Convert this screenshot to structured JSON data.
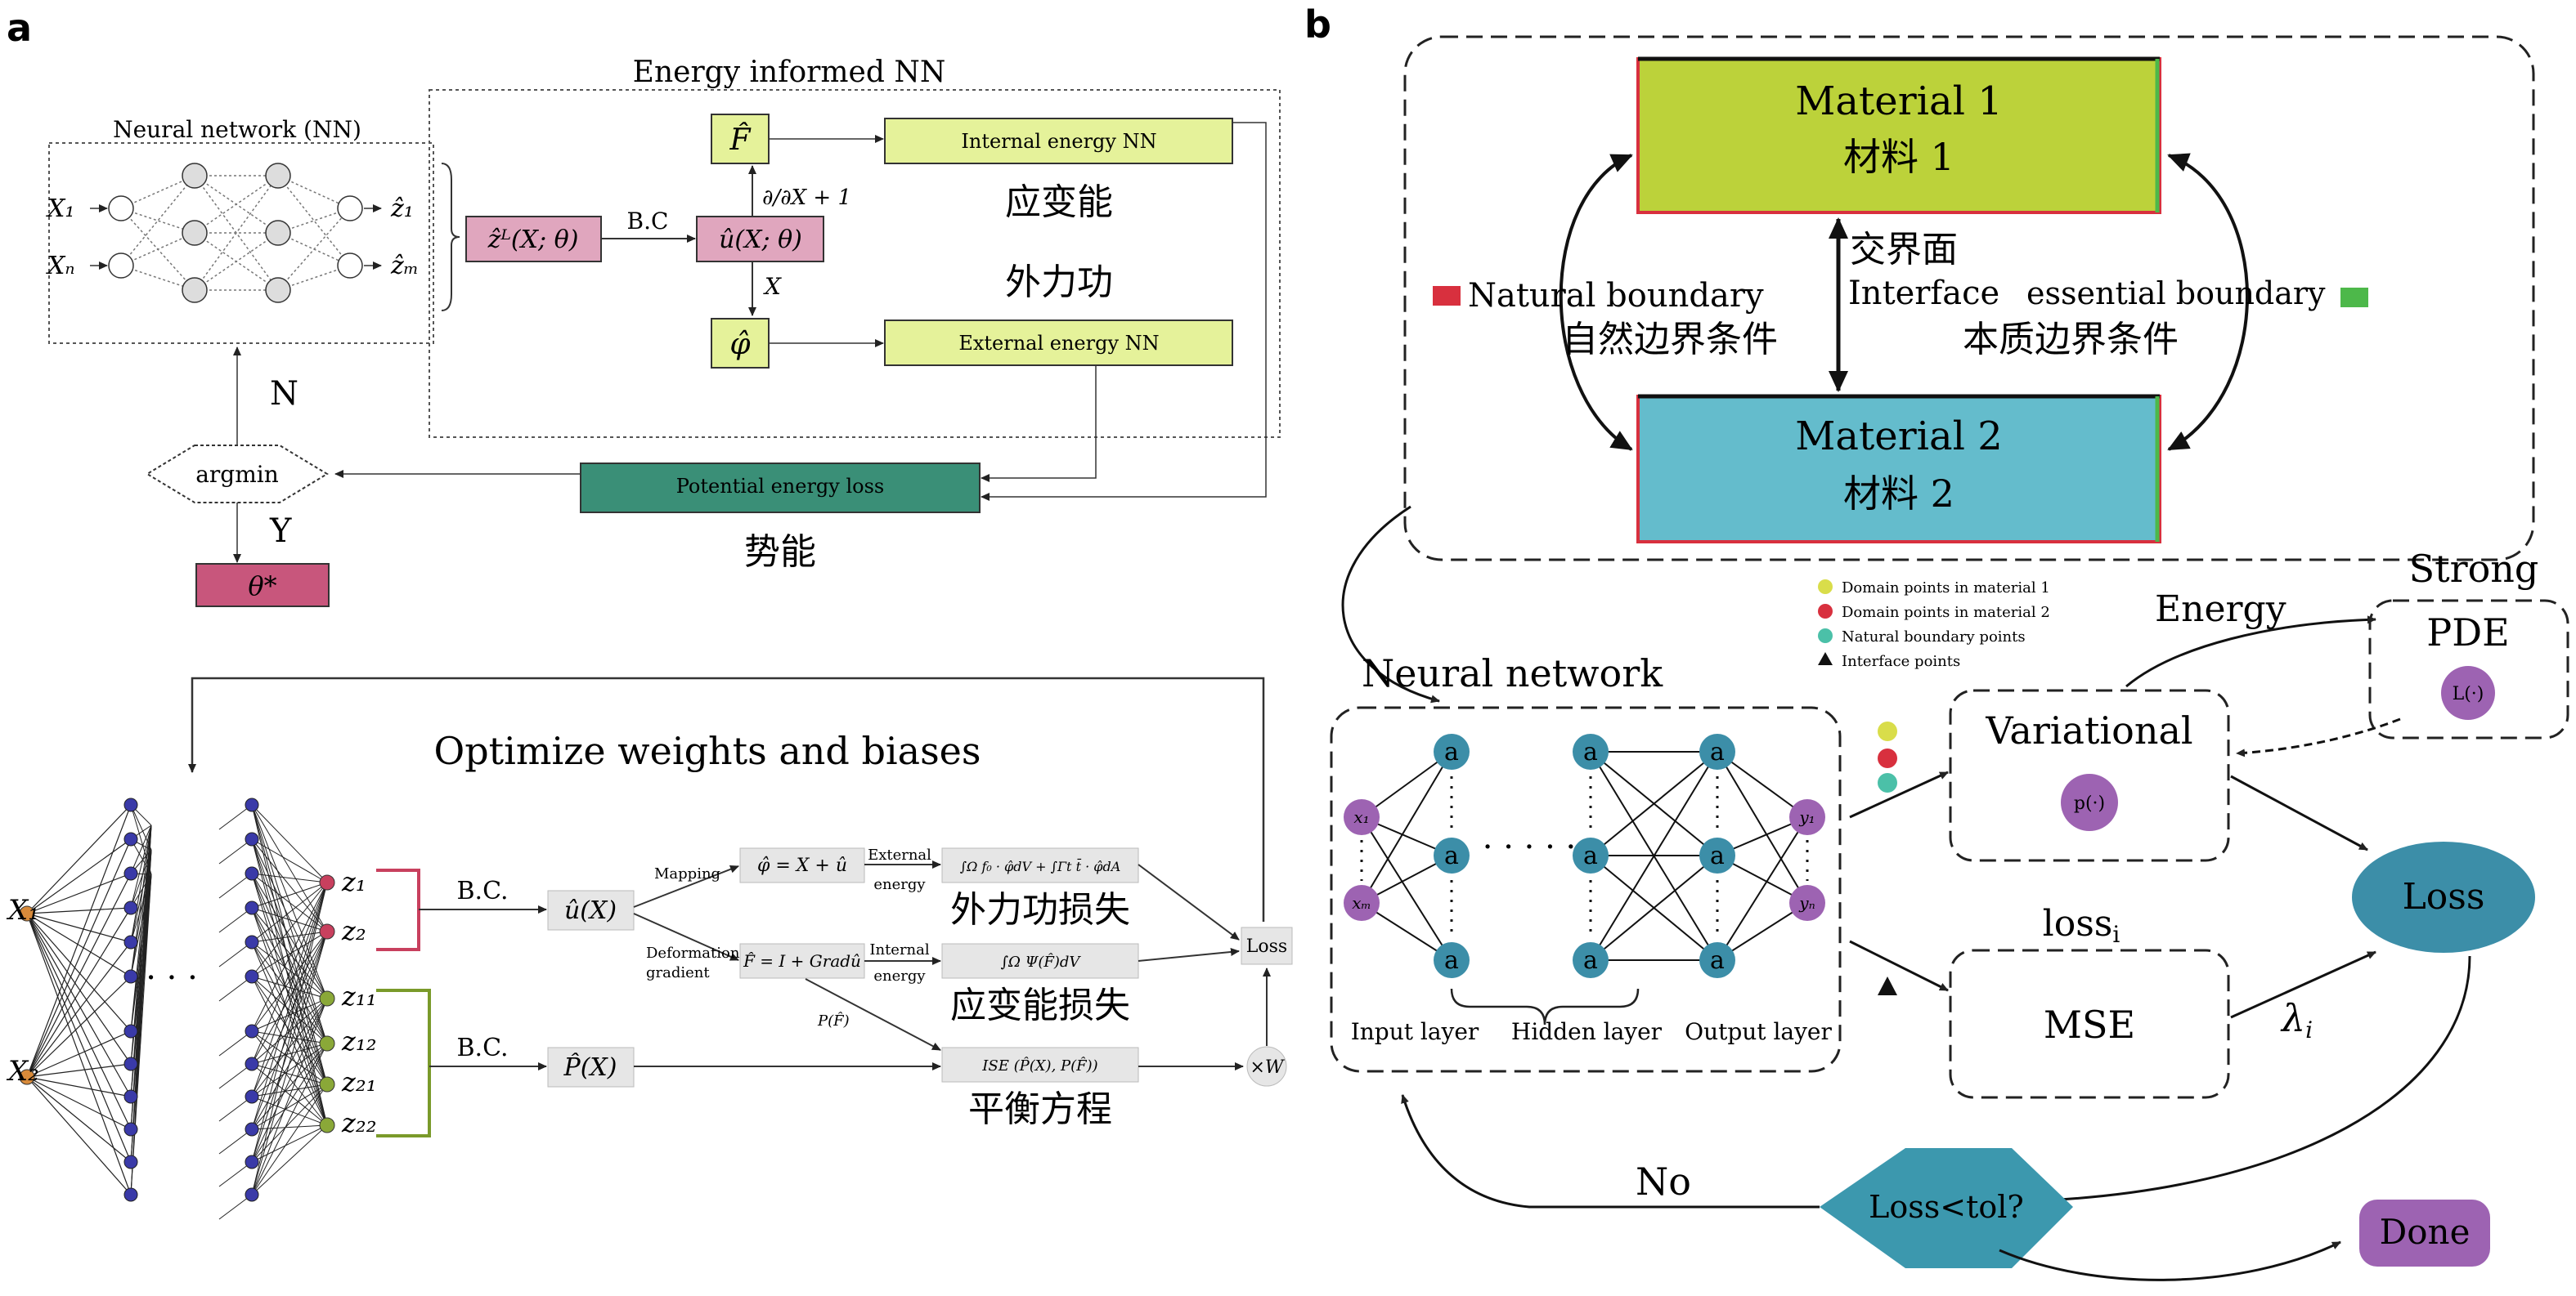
{
  "panel_a": {
    "label": "a",
    "energy_informed_title": "Energy informed NN",
    "nn_title": "Neural network (NN)",
    "input_labels": [
      "X₁",
      "Xₙ"
    ],
    "output_labels": [
      "ẑ₁",
      "ẑₘ"
    ],
    "z_hat_box": "ẑᴸ(X; θ)",
    "bc_label": "B.C",
    "u_hat_box": "û(X; θ)",
    "grad_label": "∂/∂X + 1",
    "x_label": "X",
    "f_hat": "F̂",
    "phi_hat": "φ̂",
    "internal_energy_nn": "Internal energy NN",
    "external_energy_nn": "External energy NN",
    "strain_energy_cn": "应变能",
    "external_work_cn": "外力功",
    "argmin": "argmin",
    "n_label": "N",
    "y_label": "Y",
    "theta_star": "θ*",
    "potential_energy_loss": "Potential energy loss",
    "potential_cn": "势能",
    "optimize_title": "Optimize weights and biases",
    "bottom_inputs": [
      "X₁",
      "X₂"
    ],
    "ellipsis": "· · ·",
    "z_outputs_top": [
      "z₁",
      "z₂"
    ],
    "z_outputs_bottom": [
      "z₁₁",
      "z₁₂",
      "z₂₁",
      "z₂₂"
    ],
    "bc_bottom": [
      "B.C.",
      "B.C."
    ],
    "u_hat_x": "û(X)",
    "p_hat_x": "P̂(X)",
    "mapping": "Mapping",
    "deformation_gradient": [
      "Deformation",
      "gradient"
    ],
    "phi_eq": "φ̂ = X + û",
    "f_eq": "F̂ = I + Gradû",
    "external_energy": [
      "External",
      "energy"
    ],
    "internal_energy": [
      "Internal",
      "energy"
    ],
    "ext_integral": "∫Ω f₀ · φ̂dV + ∫Γt t̄ · φ̂dA",
    "int_integral": "∫Ω Ψ(F̂)dV",
    "p_of_f": "P(F̂)",
    "ise_box": "ISE (P̂(X), P(F̂))",
    "ext_work_loss_cn": "外力功损失",
    "strain_loss_cn": "应变能损失",
    "equilibrium_cn": "平衡方程",
    "loss": "Loss",
    "times_w": "×W"
  },
  "panel_b": {
    "label": "b",
    "material1": "Material 1",
    "material1_cn": "材料 1",
    "material2": "Material 2",
    "material2_cn": "材料 2",
    "interface_cn": "交界面",
    "interface": "Interface",
    "natural_boundary": "Natural boundary",
    "natural_boundary_cn": "自然边界条件",
    "essential_boundary": "essential boundary",
    "essential_boundary_cn": "本质边界条件",
    "legend": [
      "Domain points in material 1",
      "Domain points in material 2",
      "Natural boundary points",
      "Interface points"
    ],
    "energy": "Energy",
    "strong": "Strong",
    "pde": "PDE",
    "l_op": "L(·)",
    "neural_network": "Neural network",
    "variational": "Variational",
    "p_op": "p(·)",
    "loss_i": "loss",
    "loss_i_sub": "i",
    "mse": "MSE",
    "lambda_i": "λ",
    "lambda_sub": "i",
    "loss": "Loss",
    "node": "a",
    "inputs": [
      "x₁",
      "xₘ"
    ],
    "outputs": [
      "y₁",
      "yₙ"
    ],
    "dots": "· · · · ·",
    "input_layer": "Input layer",
    "hidden_layer": "Hidden layer",
    "output_layer": "Output layer",
    "loss_tol": "Loss<tol?",
    "no": "No",
    "done": "Done"
  },
  "colors": {
    "pink": "#e0a6be",
    "light_green": "#e5f29a",
    "dark_green": "#3a8f77",
    "magenta": "#c8567c",
    "lime": "#bcd23a",
    "teal": "#64bccc",
    "node_teal": "#3c8ea8",
    "purple": "#9d63b2",
    "red": "#d8303e",
    "green": "#4db84a"
  }
}
